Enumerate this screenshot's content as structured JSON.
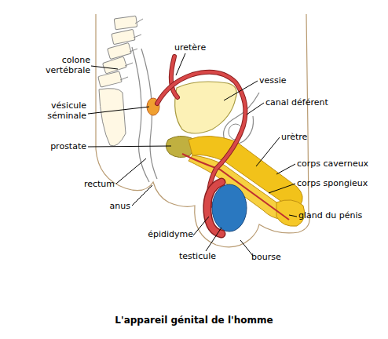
{
  "diagram": {
    "caption": "L'appareil génital de l'homme",
    "labels": [
      "colone vertébrale",
      "uretère",
      "vessie",
      "vésicule séminale",
      "canal déférent",
      "prostate",
      "urètre",
      "corps caverneux",
      "corps spongieux",
      "rectum",
      "gland du pénis",
      "anus",
      "épididyme",
      "testicule",
      "bourse"
    ]
  }
}
